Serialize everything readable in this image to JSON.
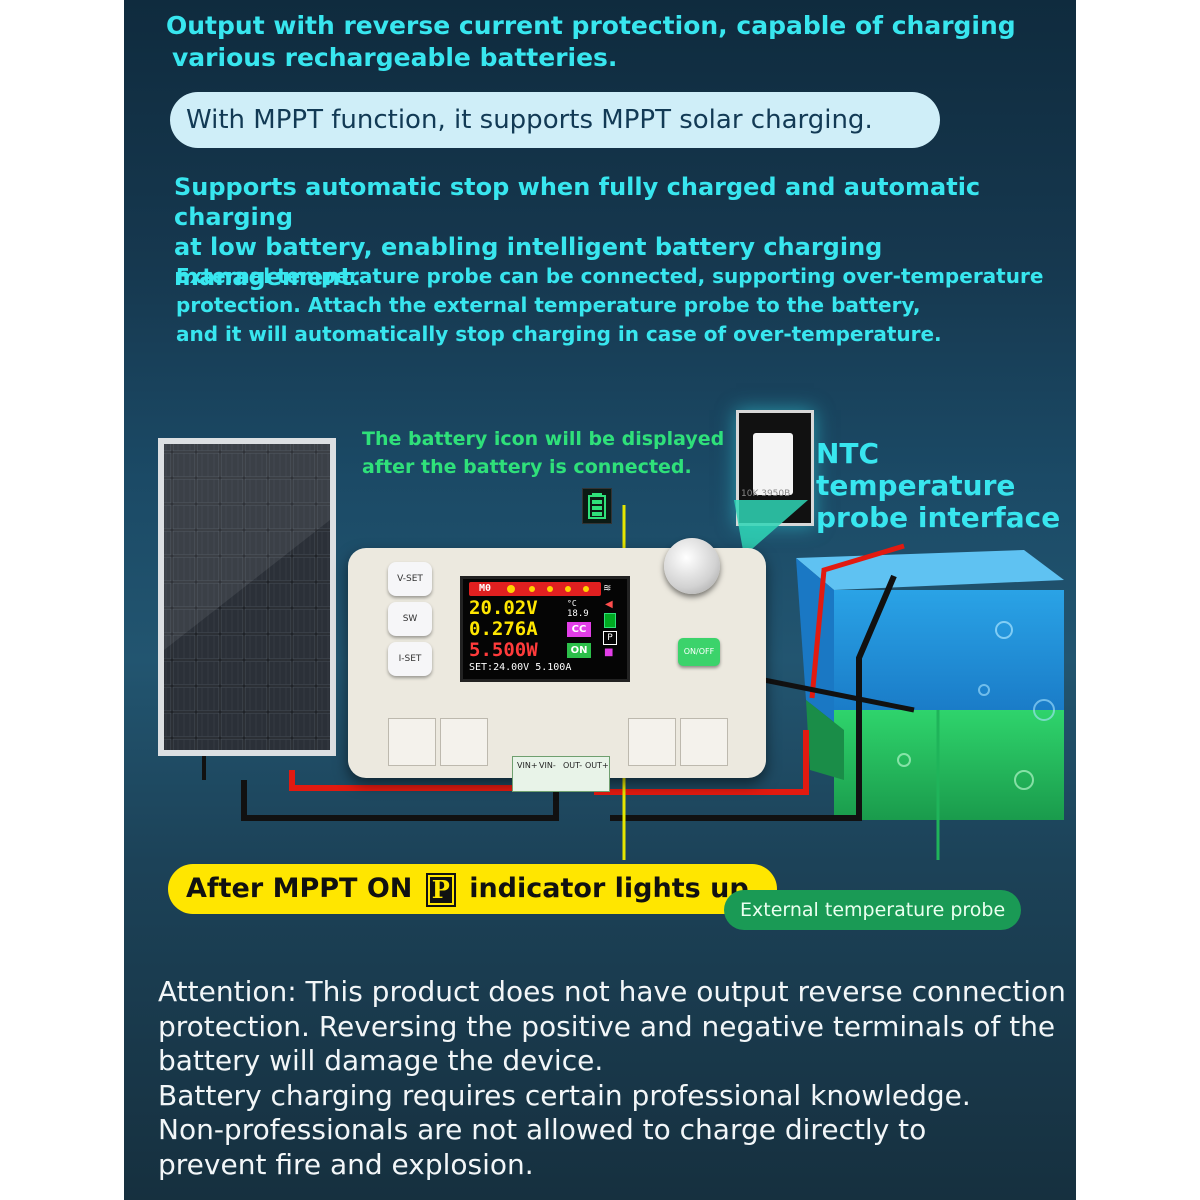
{
  "header": {
    "line1": "Output with reverse current protection, capable of charging",
    "line2": "various rechargeable batteries.",
    "mppt_pill": "With MPPT function, it supports MPPT solar charging.",
    "auto_line1": "Supports automatic stop when fully charged and automatic charging",
    "auto_line2": "at low battery, enabling intelligent battery charging management.",
    "temp_line1": "External temperature probe can be connected, supporting over-temperature",
    "temp_line2": "protection. Attach the external temperature probe to the battery,",
    "temp_line3": "and it will automatically stop charging in case of over-temperature."
  },
  "callouts": {
    "battery_icon_line1": "The battery icon will be displayed",
    "battery_icon_line2": "after the battery is connected.",
    "ntc_line1": "NTC temperature",
    "ntc_line2": "probe interface",
    "ntc_connector_text": "10K 3950B",
    "mppt_before": "After MPPT ON",
    "mppt_p": "P",
    "mppt_after": "indicator lights up.",
    "probe": "External temperature probe"
  },
  "device": {
    "btn_vset": "V-SET",
    "btn_sw": "SW",
    "btn_iset": "I-SET",
    "btn_onoff": "ON/OFF",
    "terminals": [
      "VIN+",
      "VIN-",
      "OUT-",
      "OUT+"
    ],
    "screen": {
      "mode": "M0",
      "voltage": "20.02V",
      "current": "0.276A",
      "power": "5.500W",
      "temp": "18.9",
      "temp_unit": "°C",
      "cc": "CC",
      "on": "ON",
      "p": "P",
      "set": "SET:24.00V 5.100A"
    }
  },
  "attention": {
    "line1": "Attention: This product does not have output reverse connection",
    "line2": "protection. Reversing the positive and negative terminals of the",
    "line3": "battery will damage the device.",
    "line4": "Battery charging requires certain professional knowledge.",
    "line5": "Non-professionals are not allowed to charge directly to",
    "line6": "prevent fire and explosion."
  },
  "colors": {
    "accent_cyan": "#38e6ef",
    "callout_green": "#2fe07a",
    "highlight_yellow": "#ffe600",
    "probe_green": "#1a9a55"
  }
}
